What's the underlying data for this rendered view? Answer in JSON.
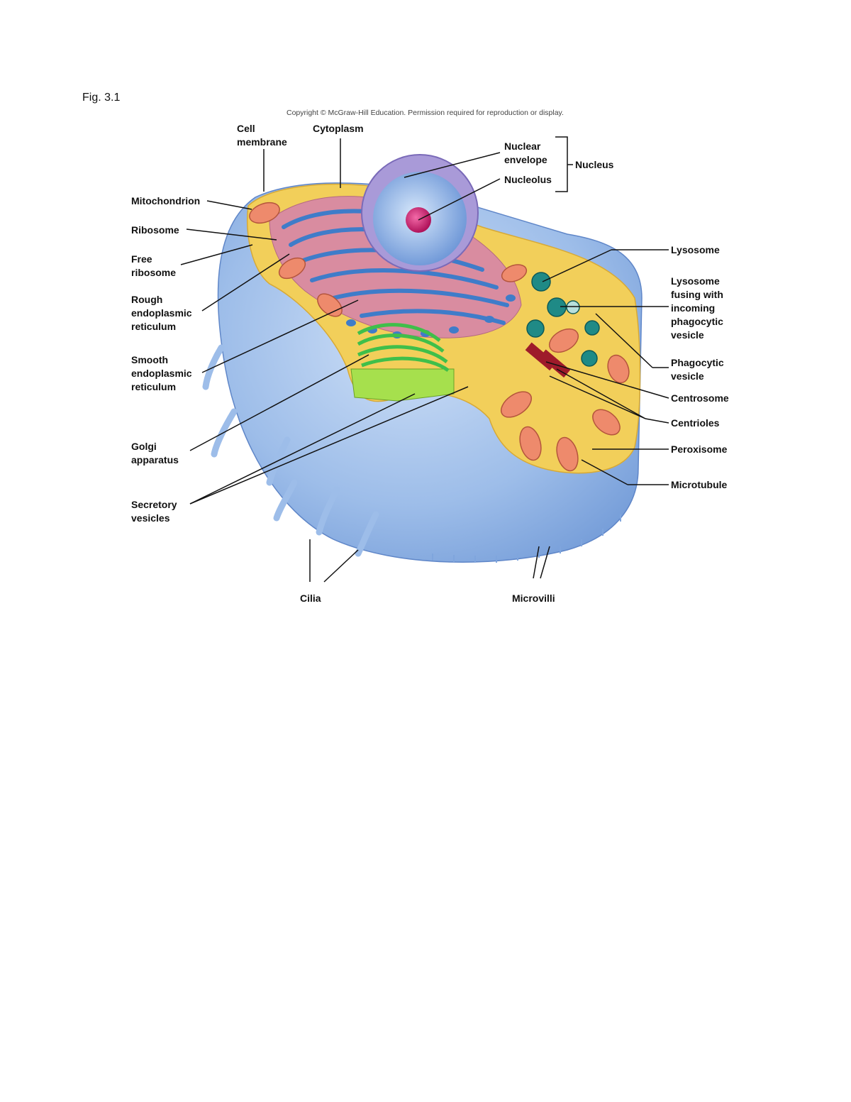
{
  "figure": {
    "label": "Fig. 3.1",
    "copyright": "Copyright © McGraw-Hill Education. Permission required for reproduction or display."
  },
  "labels": {
    "cell_membrane_1": "Cell",
    "cell_membrane_2": "membrane",
    "cytoplasm": "Cytoplasm",
    "nuclear_envelope_1": "Nuclear",
    "nuclear_envelope_2": "envelope",
    "nucleolus": "Nucleolus",
    "nucleus": "Nucleus",
    "mitochondrion": "Mitochondrion",
    "ribosome": "Ribosome",
    "free_ribosome_1": "Free",
    "free_ribosome_2": "ribosome",
    "rough_er_1": "Rough",
    "rough_er_2": "endoplasmic",
    "rough_er_3": "reticulum",
    "smooth_er_1": "Smooth",
    "smooth_er_2": "endoplasmic",
    "smooth_er_3": "reticulum",
    "golgi_1": "Golgi",
    "golgi_2": "apparatus",
    "secretory_1": "Secretory",
    "secretory_2": "vesicles",
    "cilia": "Cilia",
    "microvilli": "Microvilli",
    "lysosome": "Lysosome",
    "lysosome_fusing_1": "Lysosome",
    "lysosome_fusing_2": "fusing with",
    "lysosome_fusing_3": "incoming",
    "lysosome_fusing_4": "phagocytic",
    "lysosome_fusing_5": "vesicle",
    "phagocytic_1": "Phagocytic",
    "phagocytic_2": "vesicle",
    "centrosome": "Centrosome",
    "centrioles": "Centrioles",
    "peroxisome": "Peroxisome",
    "microtubule": "Microtubule"
  },
  "colors": {
    "membrane_blue": "#8fb4e6",
    "cytoplasm_yellow": "#f2cf5a",
    "er_blue": "#3f7cc9",
    "er_pink": "#d98ca0",
    "nucleus_purple": "#a99ad8",
    "nucleolus_magenta": "#d0206e",
    "mitochondrion_salmon": "#ee8a6c",
    "golgi_green": "#3fbf4a",
    "lysosome_teal": "#1f8a86",
    "centriole_red": "#9e1b2a"
  }
}
